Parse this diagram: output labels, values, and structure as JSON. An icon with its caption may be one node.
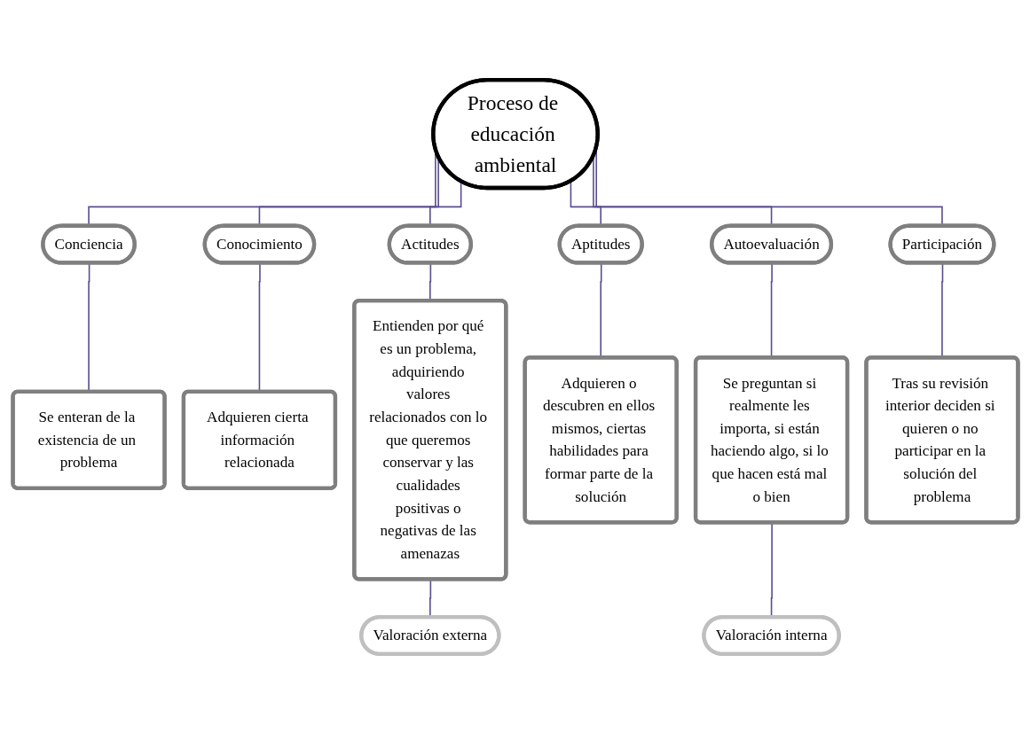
{
  "diagram": {
    "nodes": [
      {
        "text": [
          "Proceso de educación ambiental"
        ]
      },
      {
        "text": [
          "Conciencia"
        ]
      },
      {
        "text": [
          "Conocimiento"
        ]
      },
      {
        "text": [
          "Actitudes"
        ]
      },
      {
        "text": [
          "Aptitudes"
        ]
      },
      {
        "text": [
          "Autoevaluación"
        ]
      },
      {
        "text": [
          "Participación"
        ]
      },
      {
        "text": [
          "Se enteran de la existencia de un problema"
        ]
      },
      {
        "text": [
          "Adquieren cierta información relacionada"
        ]
      },
      {
        "text": [
          "Entienden por qué es un problema, adquiriendo valores relacionados con lo que queremos conservar y las cualidades positivas o negativas de las amenazas"
        ]
      },
      {
        "text": [
          "Adquieren o descubren en ellos mismos, ciertas habilidades para formar parte de la solución"
        ]
      },
      {
        "text": [
          "Se preguntan si realmente les importa, si están haciendo algo, si lo que hacen está mal o bien"
        ]
      },
      {
        "text": [
          "Tras su revisión interior deciden si quieren o no participar en la solución del problema"
        ]
      },
      {
        "text": [
          "Valoración externa"
        ]
      },
      {
        "text": [
          "Valoración interna"
        ]
      }
    ],
    "edges": [
      {
        "from": 0,
        "to": 1,
        "arrow": "none"
      },
      {
        "from": 0,
        "to": 2,
        "arrow": "none"
      },
      {
        "from": 0,
        "to": 3,
        "arrow": "none"
      },
      {
        "from": 0,
        "to": 4,
        "arrow": "none"
      },
      {
        "from": 0,
        "to": 5,
        "arrow": "none"
      },
      {
        "from": 0,
        "to": 6,
        "arrow": "none"
      },
      {
        "from": 1,
        "to": 7,
        "arrow": "none"
      },
      {
        "from": 2,
        "to": 8,
        "arrow": "none"
      },
      {
        "from": 3,
        "to": 9,
        "arrow": "none"
      },
      {
        "from": 4,
        "to": 10,
        "arrow": "none"
      },
      {
        "from": 5,
        "to": 11,
        "arrow": "none"
      },
      {
        "from": 6,
        "to": 12,
        "arrow": "none"
      },
      {
        "from": 9,
        "to": 13,
        "arrow": "none"
      },
      {
        "from": 11,
        "to": 14,
        "arrow": "none"
      }
    ]
  }
}
